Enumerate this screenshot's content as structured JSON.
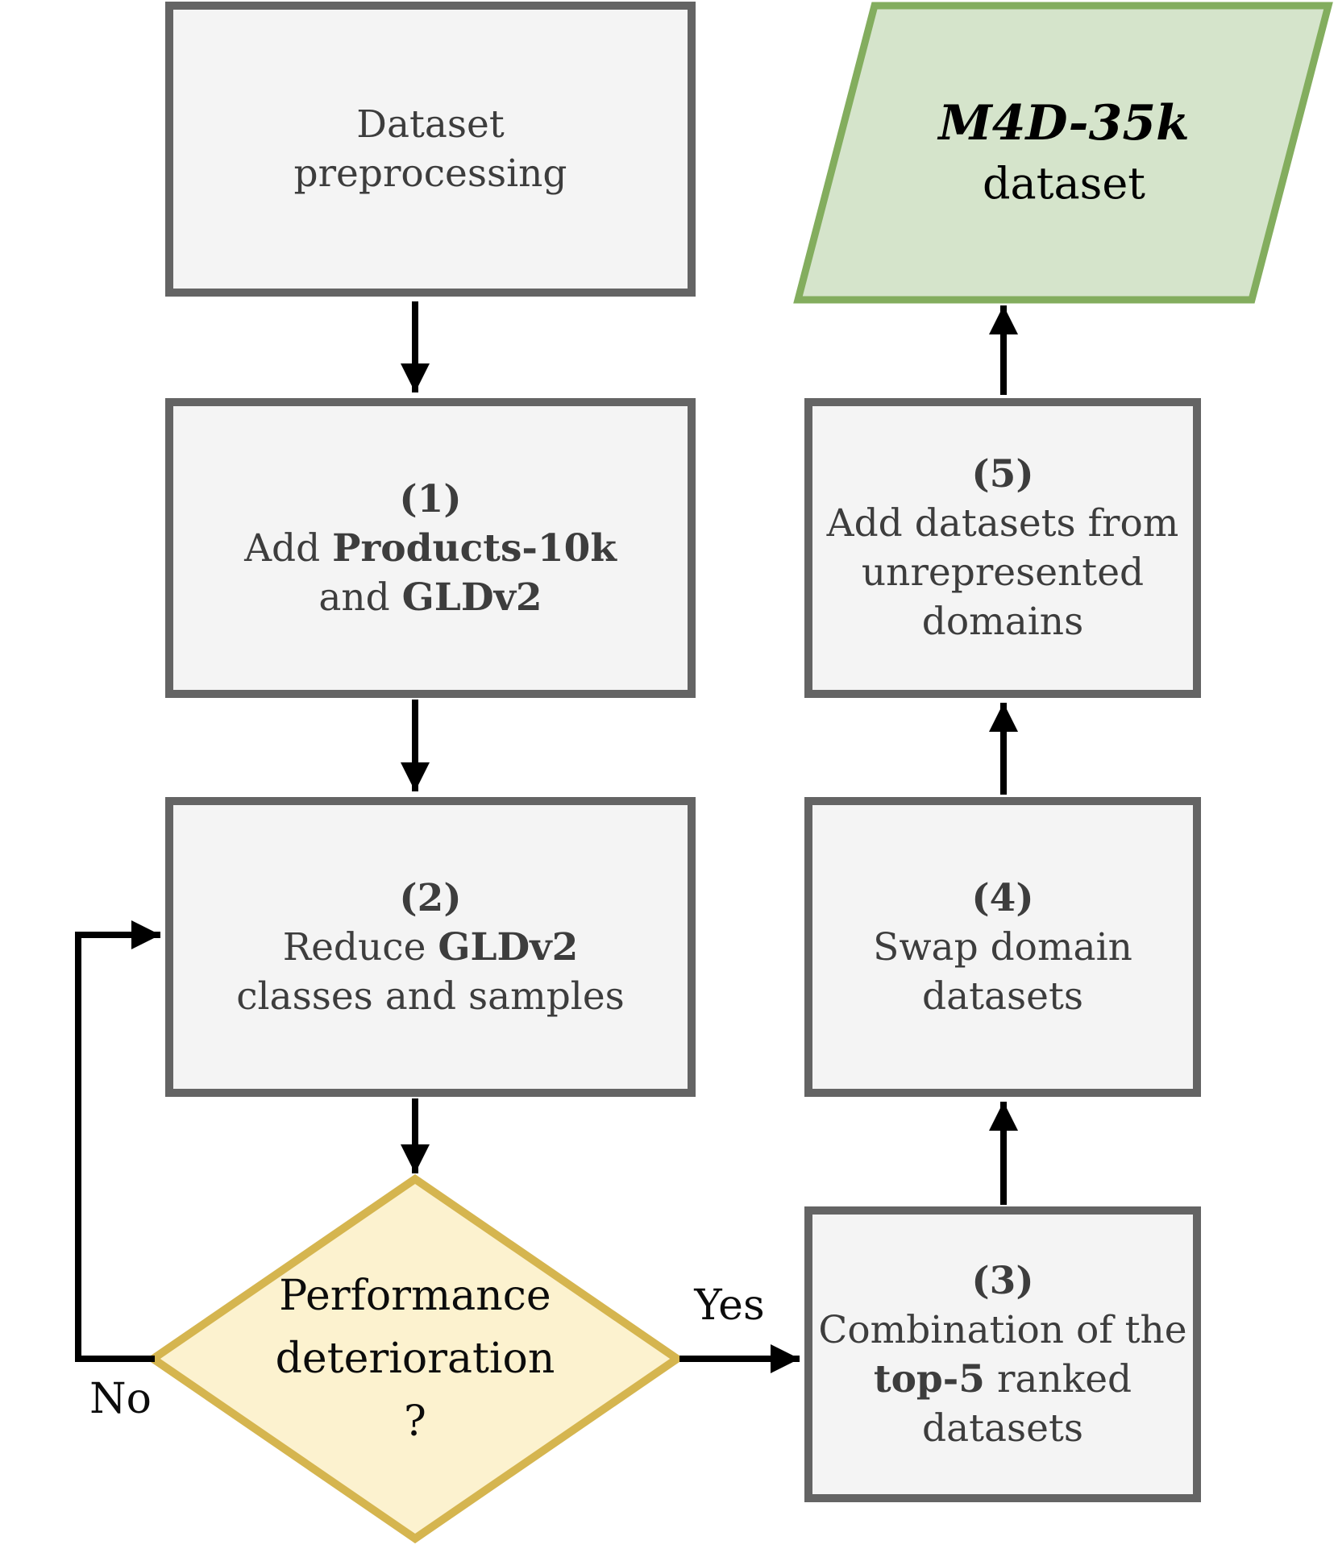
{
  "flowchart": {
    "nodes": {
      "preprocessing": {
        "lines": [
          "Dataset",
          "preprocessing"
        ]
      },
      "step1": {
        "number": "(1)",
        "line1_pre": "Add ",
        "line1_bold": "Products-10k",
        "line2_pre": "and ",
        "line2_bold": "GLDv2"
      },
      "step2": {
        "number": "(2)",
        "line1_pre": "Reduce ",
        "line1_bold": "GLDv2",
        "line2": "classes and samples"
      },
      "decision": {
        "lines": [
          "Performance",
          "deterioration",
          "?"
        ]
      },
      "step3": {
        "number": "(3)",
        "line1": "Combination of the",
        "line2_bold": "top-5",
        "line2_post": " ranked",
        "line3": "datasets"
      },
      "step4": {
        "number": "(4)",
        "lines": [
          "Swap domain",
          "datasets"
        ]
      },
      "step5": {
        "number": "(5)",
        "lines": [
          "Add datasets from",
          "unrepresented",
          "domains"
        ]
      },
      "output": {
        "title": "M4D-35k",
        "subtitle": "dataset"
      }
    },
    "edge_labels": {
      "yes": "Yes",
      "no": "No"
    },
    "colors": {
      "box_fill": "#f4f4f4",
      "box_border": "#646464",
      "decision_fill": "#fcf2cf",
      "decision_border": "#d5b54f",
      "output_fill": "#d5e4cb",
      "output_border": "#83ad5e",
      "arrow": "#000000",
      "box_text": "#3d3d3d"
    }
  }
}
